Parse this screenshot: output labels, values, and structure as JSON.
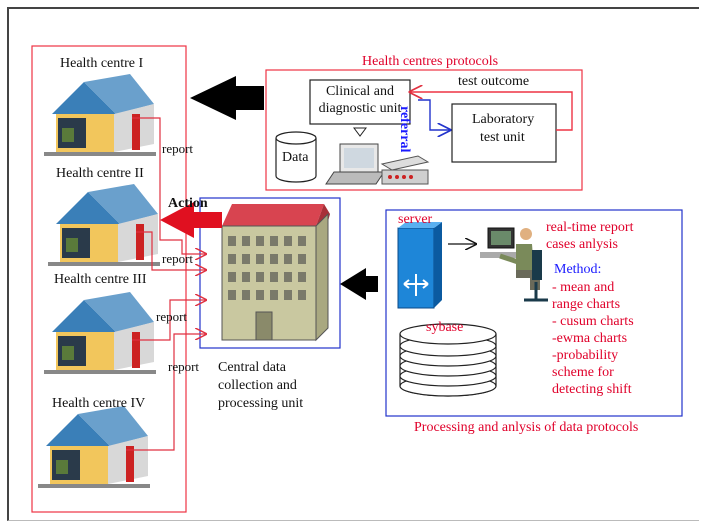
{
  "health_centres": [
    "Health centre I",
    "Health centre II",
    "Health centre III",
    "Health centre IV"
  ],
  "report_label": "report",
  "action_label": "Action",
  "protocols": {
    "title": "Health centres protocols",
    "clinical_unit": [
      "Clinical and",
      "diagnostic unit"
    ],
    "lab_unit": [
      "Laboratory",
      "test unit"
    ],
    "data_label": "Data",
    "referral_label": "referral",
    "test_outcome_label": "test outcome"
  },
  "central_unit": [
    "Central data",
    "collection and",
    "processing unit"
  ],
  "processing": {
    "server_label": "server",
    "sybase_label": "sybase",
    "realtime": [
      "real-time report",
      "cases anlysis"
    ],
    "method_title": "Method:",
    "methods": [
      "- mean and",
      "range charts",
      "- cusum charts",
      "-ewma charts",
      "-probability",
      "scheme for",
      "detecting shift"
    ],
    "title": "Processing and anlysis of data protocols"
  },
  "colors": {
    "red": "#e0002a",
    "blue": "#1a1aff",
    "black": "#111111",
    "frame_red": "#ee3344",
    "frame_blue": "#2233cc"
  }
}
